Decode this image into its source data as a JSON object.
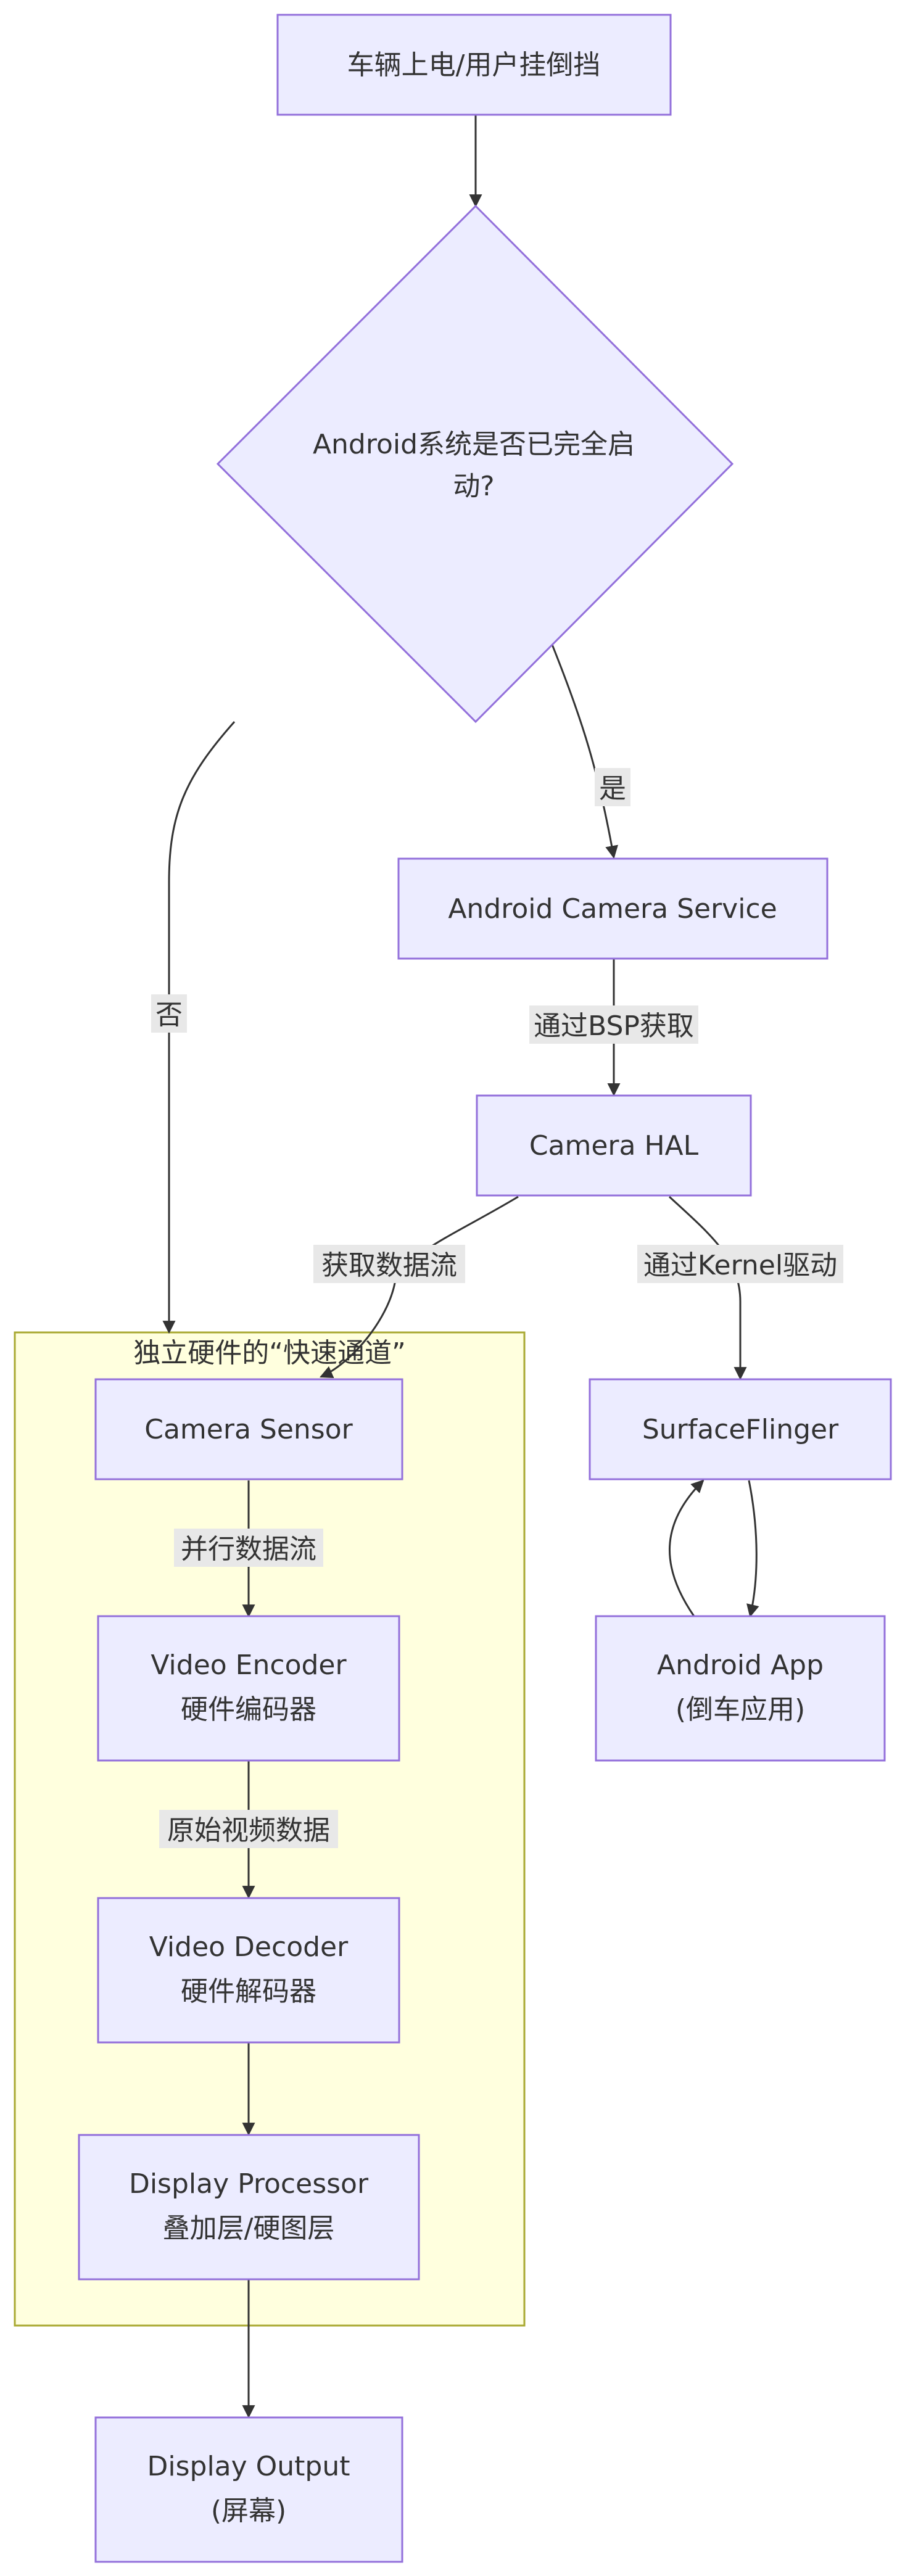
{
  "colors": {
    "node_fill": "#ECECFF",
    "node_stroke": "#9370DB",
    "cluster_fill": "#FFFFDE",
    "cluster_stroke": "#AAAA33",
    "edge": "#333333",
    "label_bg": "#E8E8E8",
    "text": "#333333"
  },
  "nodes": {
    "start": "车辆上电/用户挂倒挡",
    "decision": [
      "Android系统是否已完全启",
      "动?"
    ],
    "camera_service": "Android Camera Service",
    "camera_hal": "Camera HAL",
    "surfaceflinger": "SurfaceFlinger",
    "android_app": [
      "Android App",
      "(倒车应用)"
    ],
    "camera_sensor": "Camera Sensor",
    "video_encoder": [
      "Video Encoder",
      "硬件编码器"
    ],
    "video_decoder": [
      "Video Decoder",
      "硬件解码器"
    ],
    "display_processor": [
      "Display Processor",
      "叠加层/硬图层"
    ],
    "display_output": [
      "Display Output",
      "(屏幕)"
    ]
  },
  "cluster": {
    "title": "独立硬件的“快速通道”"
  },
  "edge_labels": {
    "yes": "是",
    "no": "否",
    "via_bsp": "通过BSP获取",
    "get_stream": "获取数据流",
    "via_kernel": "通过Kernel驱动",
    "parallel_stream": "并行数据流",
    "raw_video": "原始视频数据"
  }
}
